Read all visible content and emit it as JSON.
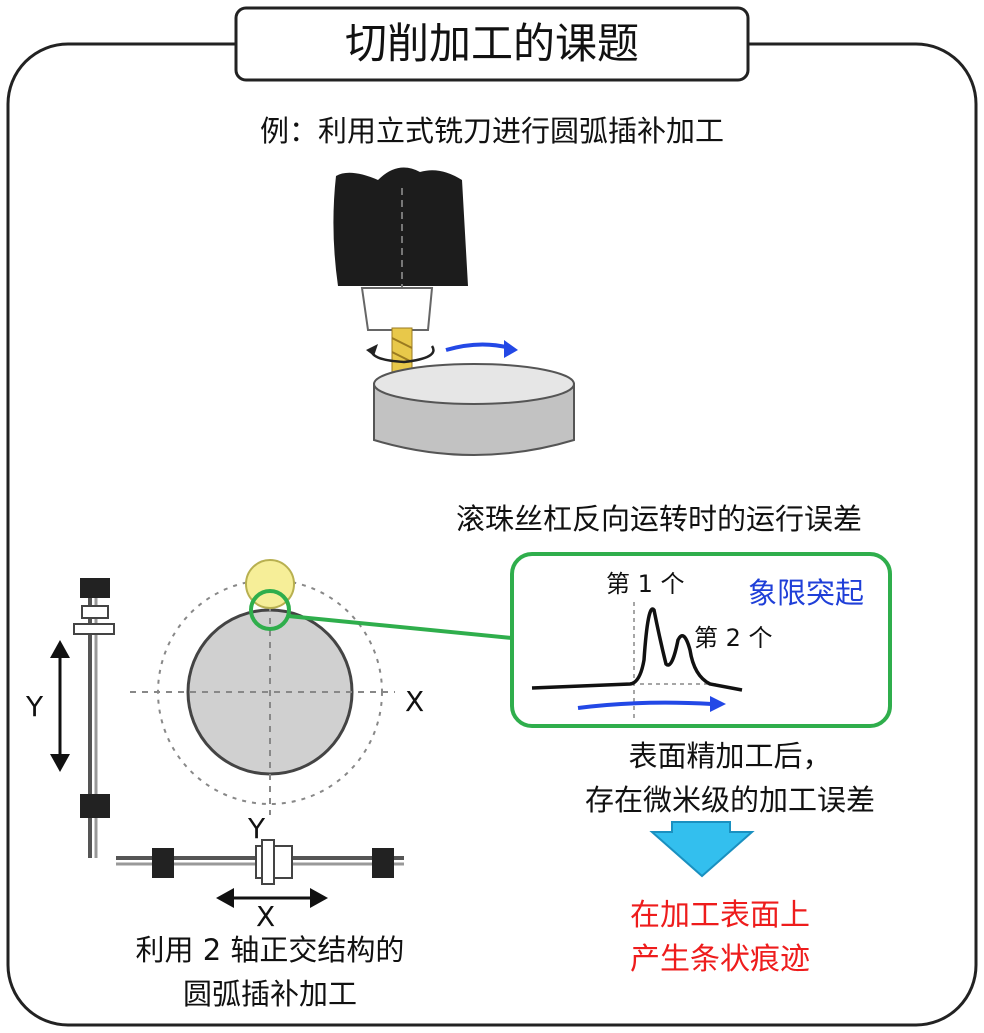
{
  "title": "切削加工的课题",
  "example": "例：利用立式铣刀进行圆弧插补加工",
  "ball_screw_caption": "滚珠丝杠反向运转时的运行误差",
  "graph": {
    "peak1": "第 1 个",
    "peak2": "第 2 个",
    "quadrant_label": "象限突起"
  },
  "finish_line1": "表面精加工后，",
  "finish_line2": "存在微米级的加工误差",
  "result_line1": "在加工表面上",
  "result_line2": "产生条状痕迹",
  "axes": {
    "x": "X",
    "y": "Y"
  },
  "cross_line1": "利用 2 轴正交结构的",
  "cross_line2": "圆弧插补加工",
  "colors": {
    "frame": "#222222",
    "green": "#2fae4c",
    "blue_arrow": "#2348e6",
    "cyan_arrow": "#33bfee",
    "red_text": "#ee1c1c",
    "blue_text": "#1f3fd8",
    "yellow_tool": "#f6ee98",
    "workpiece_gray": "#d0d0d0"
  }
}
